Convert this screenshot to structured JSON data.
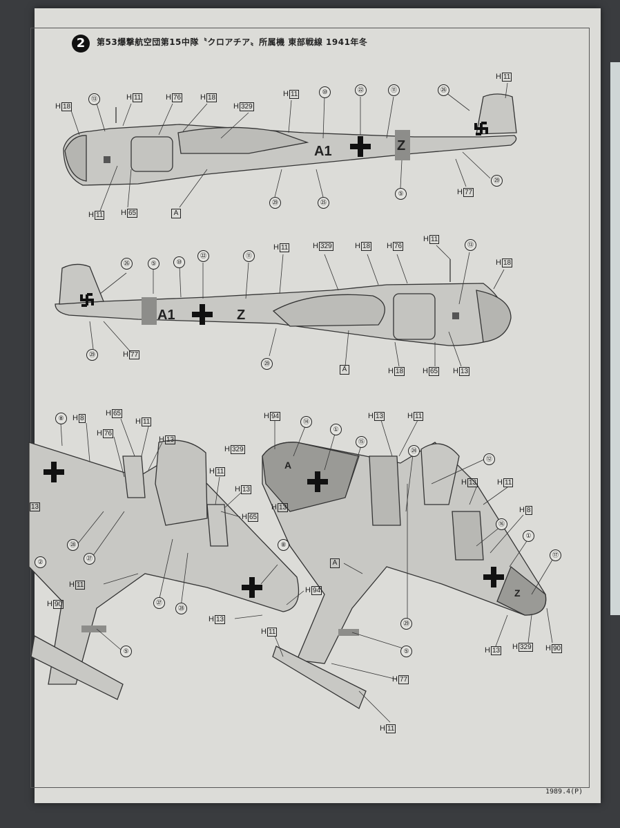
{
  "header": {
    "step_number": "2",
    "title": "第53爆撃航空団第15中隊〝クロアチア〟所属機  東部戦線  1941年冬"
  },
  "footer": {
    "print_code": "1989.4(P)"
  },
  "markings": {
    "a1": "A1",
    "tz": "Z",
    "a": "A",
    "z": "Z"
  },
  "callouts": {
    "h11": "H",
    "h11_box": "11",
    "h13_box": "13",
    "h18_box": "18",
    "h65_box": "65",
    "h76_box": "76",
    "h329_box": "329",
    "h77_box": "77",
    "h8_box": "8",
    "h94_box": "94",
    "h90_box": "90",
    "n1": "①",
    "n2": "②",
    "n5": "⑤",
    "n8": "⑧",
    "n10": "⑩",
    "n11": "⑪",
    "n12": "⑫",
    "n13": "⑬",
    "n14": "⑭",
    "n15": "⑮",
    "n16": "⑯",
    "n17": "⑰",
    "n22": "㉒",
    "n24": "㉔",
    "n25": "㉕",
    "n26": "㉖",
    "n27": "㉗",
    "n28": "㉘",
    "n29": "㉙",
    "a_box": "A"
  }
}
